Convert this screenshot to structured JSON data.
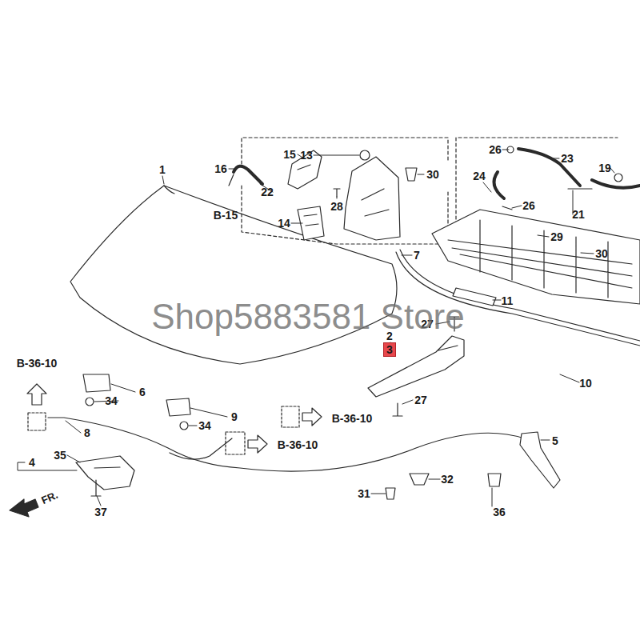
{
  "diagram": {
    "nodes": [
      {
        "text": [
          "3"
        ]
      }
    ],
    "labels": [
      "1",
      "16",
      "15",
      "13",
      "22",
      "30",
      "28",
      "14",
      "B-15",
      "26",
      "23",
      "24",
      "19",
      "26",
      "21",
      "29",
      "30",
      "7",
      "11",
      "27",
      "2",
      "10",
      "27",
      "B-36-10",
      "6",
      "34",
      "9",
      "34",
      "B-36-10",
      "8",
      "B-36-10",
      "5",
      "35",
      "4",
      "37",
      "31",
      "32",
      "36",
      "FR.",
      "Shop5883581 Store"
    ]
  }
}
